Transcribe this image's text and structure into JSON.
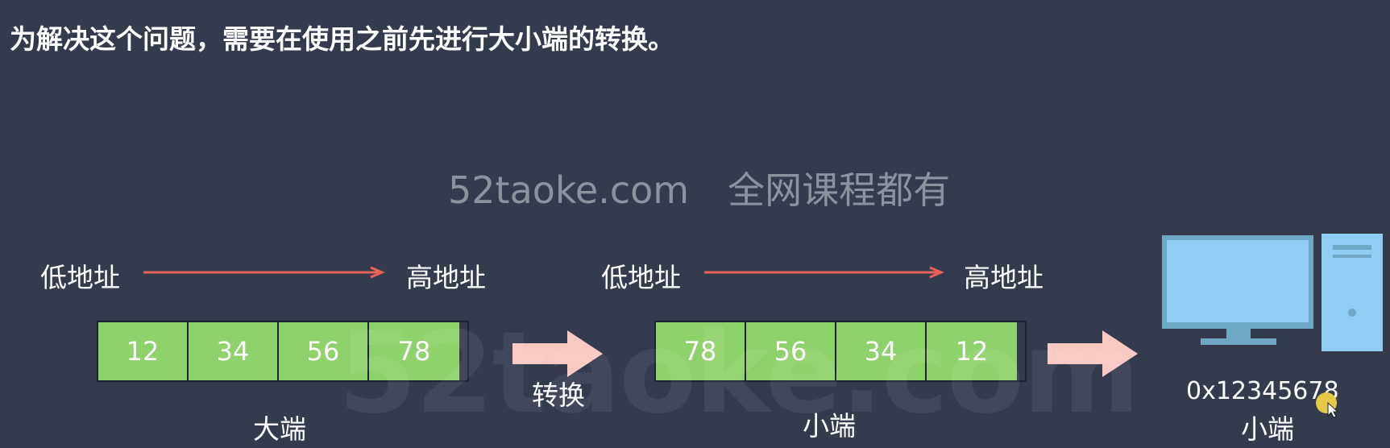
{
  "heading": "为解决这个问题，需要在使用之前先进行大小端的转换。",
  "watermark": {
    "site": "52taoke.com",
    "slogan": "全网课程都有",
    "overlay": "52taoke.com"
  },
  "big_endian": {
    "low_label": "低地址",
    "high_label": "高地址",
    "bytes": [
      "12",
      "34",
      "56",
      "78"
    ],
    "caption": "大端"
  },
  "convert_label": "转换",
  "little_endian": {
    "low_label": "低地址",
    "high_label": "高地址",
    "bytes": [
      "78",
      "56",
      "34",
      "12"
    ],
    "caption": "小端"
  },
  "computer": {
    "icon": "computer-icon",
    "value": "0x12345678",
    "caption": "小端"
  },
  "colors": {
    "background": "#343b4d",
    "byte_fill": "#8fd16a",
    "thin_arrow": "#e8635a",
    "fat_arrow": "#f9c9c4",
    "monitor_screen": "#8fcdf2",
    "monitor_frame": "#6fa8c4"
  }
}
